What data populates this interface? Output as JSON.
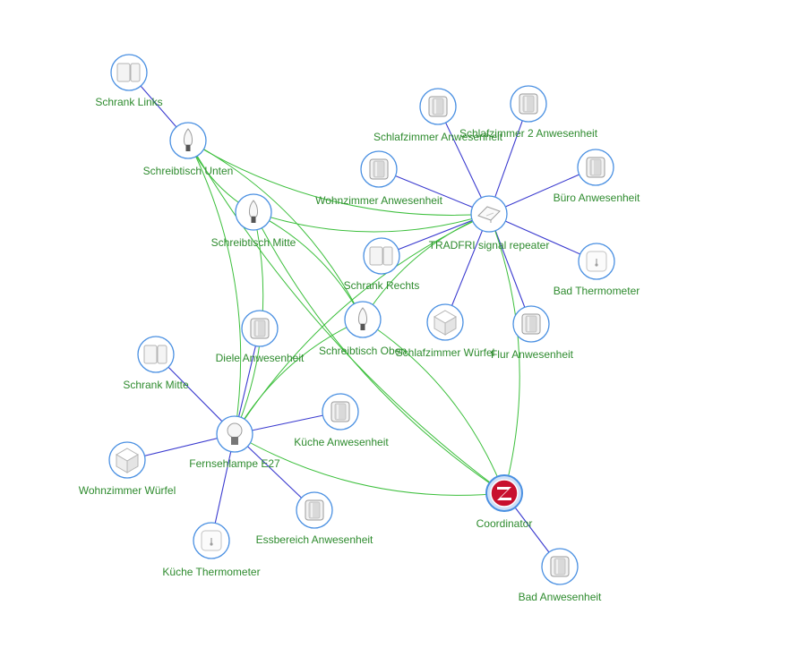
{
  "graph": {
    "type": "zigbee-network-map",
    "colors": {
      "background": "#ffffff",
      "label": "#2e8b2e",
      "node_border": "#4a90e2",
      "coordinator_border": "#4a90e2",
      "coordinator_fill": "#c8102e",
      "direct_link": "#3a3acf",
      "mesh_link": "#3cbf3c"
    },
    "nodes": [
      {
        "id": "schrank-links",
        "label": "Schrank Links",
        "icon": "door-sensor-icon"
      },
      {
        "id": "schreibtisch-unten",
        "label": "Schreibtisch Unten",
        "icon": "candle-bulb-icon"
      },
      {
        "id": "schreibtisch-mitte",
        "label": "Schreibtisch Mitte",
        "icon": "candle-bulb-icon"
      },
      {
        "id": "schreibtisch-oben",
        "label": "Schreibtisch Oben",
        "icon": "candle-bulb-icon"
      },
      {
        "id": "schrank-rechts",
        "label": "Schrank Rechts",
        "icon": "door-sensor-icon"
      },
      {
        "id": "tradfri",
        "label": "TRADFRI signal repeater",
        "icon": "repeater-plug-icon"
      },
      {
        "id": "schlafzimmer-anw",
        "label": "Schlafzimmer Anwesenheit",
        "icon": "motion-sensor-icon"
      },
      {
        "id": "schlafzimmer2-anw",
        "label": "Schlafzimmer 2 Anwesenheit",
        "icon": "motion-sensor-icon"
      },
      {
        "id": "wohnzimmer-anw",
        "label": "Wohnzimmer Anwesenheit",
        "icon": "motion-sensor-icon"
      },
      {
        "id": "buero-anw",
        "label": "Büro Anwesenheit",
        "icon": "motion-sensor-icon"
      },
      {
        "id": "bad-thermo",
        "label": "Bad Thermometer",
        "icon": "thermometer-icon"
      },
      {
        "id": "flur-anw",
        "label": "Flur Anwesenheit",
        "icon": "motion-sensor-icon"
      },
      {
        "id": "schlafzimmer-wuerfel",
        "label": "Schlafzimmer Würfel",
        "icon": "cube-icon"
      },
      {
        "id": "diele-anw",
        "label": "Diele Anwesenheit",
        "icon": "motion-sensor-icon"
      },
      {
        "id": "schrank-mitte",
        "label": "Schrank Mitte",
        "icon": "door-sensor-icon"
      },
      {
        "id": "fernsehlampe",
        "label": "Fernsehlampe E27",
        "icon": "bulb-icon"
      },
      {
        "id": "kueche-anw",
        "label": "Küche Anwesenheit",
        "icon": "motion-sensor-icon"
      },
      {
        "id": "wohnzimmer-wuerfel",
        "label": "Wohnzimmer Würfel",
        "icon": "cube-icon"
      },
      {
        "id": "essbereich-anw",
        "label": "Essbereich Anwesenheit",
        "icon": "motion-sensor-icon"
      },
      {
        "id": "kueche-thermo",
        "label": "Küche Thermometer",
        "icon": "thermometer-icon"
      },
      {
        "id": "coordinator",
        "label": "Coordinator",
        "icon": "zigbee-logo-icon"
      },
      {
        "id": "bad-anw",
        "label": "Bad Anwesenheit",
        "icon": "motion-sensor-icon"
      }
    ],
    "links": [
      {
        "from": "schrank-links",
        "to": "schreibtisch-unten",
        "kind": "direct"
      },
      {
        "from": "schlafzimmer-anw",
        "to": "tradfri",
        "kind": "direct"
      },
      {
        "from": "schlafzimmer2-anw",
        "to": "tradfri",
        "kind": "direct"
      },
      {
        "from": "wohnzimmer-anw",
        "to": "tradfri",
        "kind": "direct"
      },
      {
        "from": "buero-anw",
        "to": "tradfri",
        "kind": "direct"
      },
      {
        "from": "bad-thermo",
        "to": "tradfri",
        "kind": "direct"
      },
      {
        "from": "flur-anw",
        "to": "tradfri",
        "kind": "direct"
      },
      {
        "from": "schlafzimmer-wuerfel",
        "to": "tradfri",
        "kind": "direct"
      },
      {
        "from": "schrank-rechts",
        "to": "tradfri",
        "kind": "direct"
      },
      {
        "from": "diele-anw",
        "to": "fernsehlampe",
        "kind": "direct"
      },
      {
        "from": "schrank-mitte",
        "to": "fernsehlampe",
        "kind": "direct"
      },
      {
        "from": "kueche-anw",
        "to": "fernsehlampe",
        "kind": "direct"
      },
      {
        "from": "wohnzimmer-wuerfel",
        "to": "fernsehlampe",
        "kind": "direct"
      },
      {
        "from": "essbereich-anw",
        "to": "fernsehlampe",
        "kind": "direct"
      },
      {
        "from": "kueche-thermo",
        "to": "fernsehlampe",
        "kind": "direct"
      },
      {
        "from": "bad-anw",
        "to": "coordinator",
        "kind": "direct"
      },
      {
        "from": "schreibtisch-unten",
        "to": "schreibtisch-mitte",
        "kind": "mesh"
      },
      {
        "from": "schreibtisch-unten",
        "to": "schreibtisch-oben",
        "kind": "mesh"
      },
      {
        "from": "schreibtisch-unten",
        "to": "tradfri",
        "kind": "mesh"
      },
      {
        "from": "schreibtisch-unten",
        "to": "fernsehlampe",
        "kind": "mesh"
      },
      {
        "from": "schreibtisch-unten",
        "to": "coordinator",
        "kind": "mesh"
      },
      {
        "from": "schreibtisch-mitte",
        "to": "schreibtisch-oben",
        "kind": "mesh"
      },
      {
        "from": "schreibtisch-mitte",
        "to": "tradfri",
        "kind": "mesh"
      },
      {
        "from": "schreibtisch-mitte",
        "to": "fernsehlampe",
        "kind": "mesh"
      },
      {
        "from": "schreibtisch-mitte",
        "to": "coordinator",
        "kind": "mesh"
      },
      {
        "from": "schreibtisch-oben",
        "to": "tradfri",
        "kind": "mesh"
      },
      {
        "from": "schreibtisch-oben",
        "to": "fernsehlampe",
        "kind": "mesh"
      },
      {
        "from": "schreibtisch-oben",
        "to": "coordinator",
        "kind": "mesh"
      },
      {
        "from": "tradfri",
        "to": "fernsehlampe",
        "kind": "mesh"
      },
      {
        "from": "tradfri",
        "to": "coordinator",
        "kind": "mesh"
      },
      {
        "from": "fernsehlampe",
        "to": "coordinator",
        "kind": "mesh"
      }
    ]
  }
}
